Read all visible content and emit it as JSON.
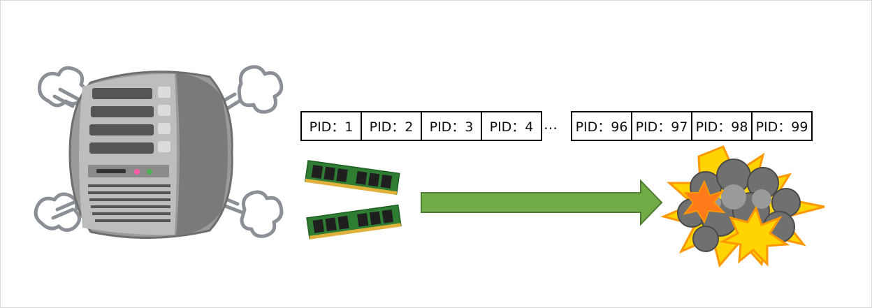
{
  "pid_blocks_left": [
    "PID：1",
    "PID：2",
    "PID：3",
    "PID：4"
  ],
  "ellipsis": "…",
  "pid_blocks_right": [
    "PID：96",
    "PID：97",
    "PID：98",
    "PID：99"
  ],
  "colors": {
    "arrow": "#70ad47",
    "arrow_border": "#507e32",
    "server_body": "#8c8c8c",
    "memory_board": "#2e7d32",
    "explosion_smoke": "#6d6d6d",
    "explosion_fire": "#ffd400"
  },
  "icons": [
    "overheated-server-icon",
    "memory-module-icon",
    "arrow-right-icon",
    "explosion-icon"
  ]
}
